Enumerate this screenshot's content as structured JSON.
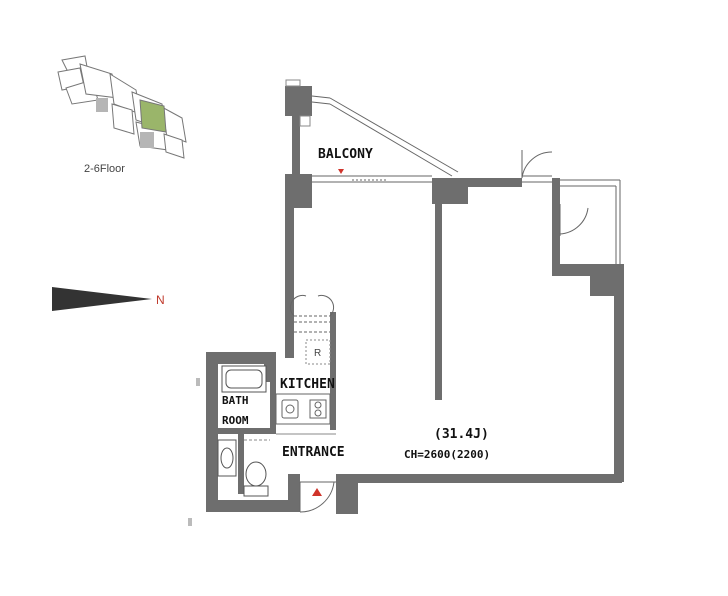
{
  "key_plan": {
    "floor_label": "2-6Floor",
    "highlight_color": "#9ab56a",
    "shade_color": "#b5b5b5"
  },
  "compass": {
    "north_label": "N",
    "north_color": "#c0392b",
    "arrow_color": "#333333"
  },
  "rooms": {
    "balcony": "BALCONY",
    "kitchen": "KITCHEN",
    "bath_line1": "BATH",
    "bath_line2": "ROOM",
    "entrance": "ENTRANCE",
    "main_size": "(31.4J)",
    "ceiling_height": "CH=2600(2200)",
    "fridge_mark": "R"
  },
  "colors": {
    "wall": "#6e6e6e",
    "fixture_line": "#555555",
    "marker": "#d0332a"
  }
}
